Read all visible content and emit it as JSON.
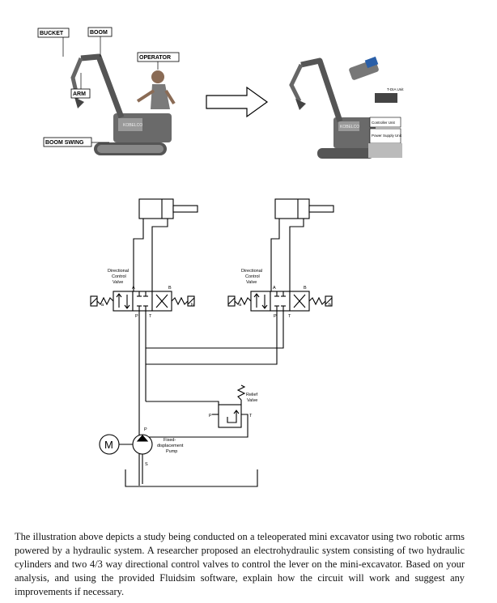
{
  "excavator_labels": {
    "bucket": "BUCKET",
    "boom": "BOOM",
    "arm": "ARM",
    "operator": "OPERATOR",
    "boom_swing": "BOOM SWING",
    "brand": "KOBELCO"
  },
  "teleop_labels": {
    "t_dia_unit": "T-DIA Unit",
    "controller_unit": "Controller Unit",
    "power_supply_unit": "Power Supply Unit",
    "brand": "KOBELCO"
  },
  "circuit": {
    "dcv_label_line1": "Directional",
    "dcv_label_line2": "Control",
    "dcv_label_line3": "Valve",
    "port_a": "A",
    "port_b": "B",
    "port_a_solenoid": "a",
    "port_b_solenoid": "b",
    "port_p": "P",
    "port_t": "T",
    "port_s": "S",
    "motor": "M",
    "pump_label_line1": "Fixed-",
    "pump_label_line2": "displacement",
    "pump_label_line3": "Pump",
    "relief_label_line1": "Relief",
    "relief_label_line2": "Valve"
  },
  "caption": "The illustration above depicts a study being conducted on a teleoperated mini excavator using two robotic arms powered by a hydraulic system. A researcher proposed an electrohydraulic system consisting of two hydraulic cylinders and two 4/3 way directional control valves to control the lever on the mini-excavator. Based on your analysis, and using the provided Fluidsim software, explain how the circuit will work and suggest any improvements if necessary."
}
